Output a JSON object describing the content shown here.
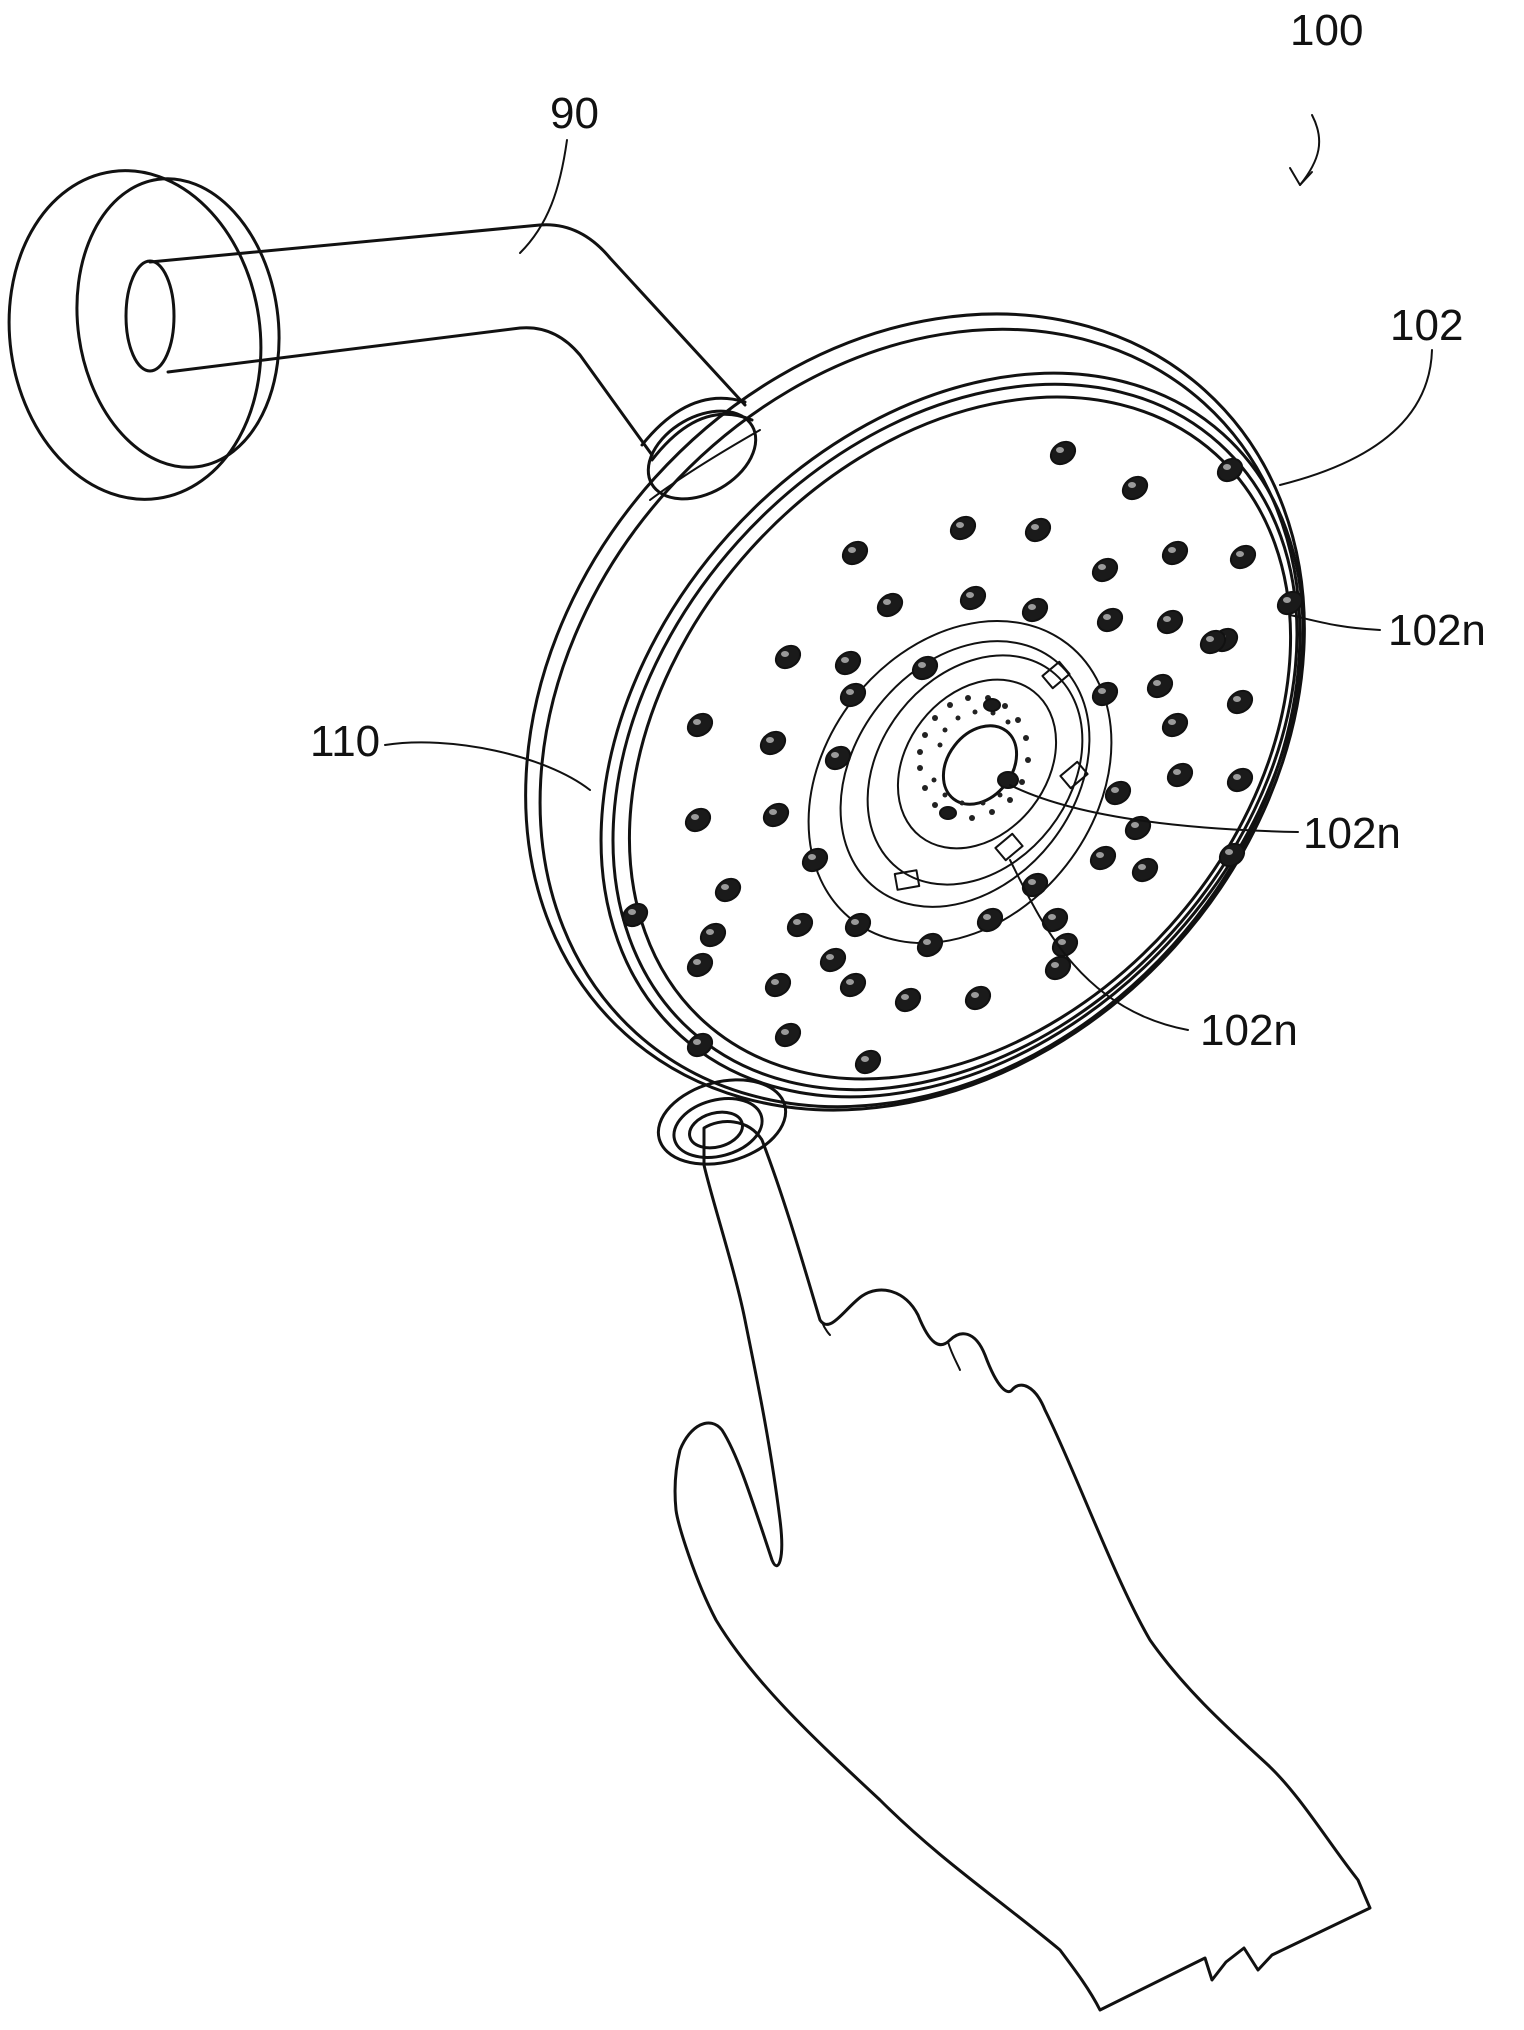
{
  "figure": {
    "labels": {
      "assembly": "100",
      "arm": "90",
      "face": "102",
      "housing": "110",
      "nozzle_a": "102n",
      "nozzle_b": "102n",
      "nozzle_c": "102n"
    }
  }
}
